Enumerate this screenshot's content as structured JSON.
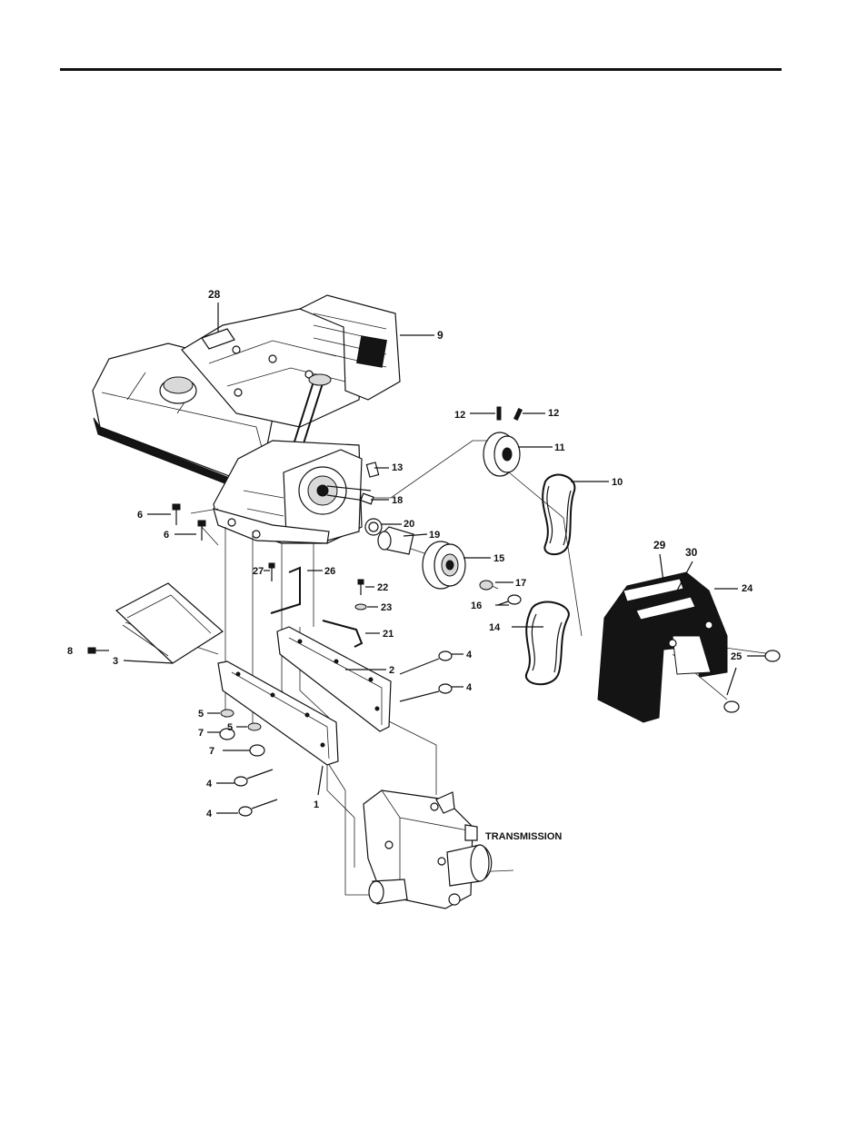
{
  "diagram": {
    "callouts": {
      "p1": "1",
      "p2": "2",
      "p3": "3",
      "p4a": "4",
      "p4b": "4",
      "p4c": "4",
      "p4d": "4",
      "p5a": "5",
      "p5b": "5",
      "p6a": "6",
      "p6b": "6",
      "p7a": "7",
      "p7b": "7",
      "p8": "8",
      "p9": "9",
      "p10": "10",
      "p11": "11",
      "p12a": "12",
      "p12b": "12",
      "p13": "13",
      "p14": "14",
      "p15": "15",
      "p16": "16",
      "p17": "17",
      "p18": "18",
      "p19": "19",
      "p20": "20",
      "p21": "21",
      "p22": "22",
      "p23": "23",
      "p24": "24",
      "p25": "25",
      "p26": "26",
      "p27": "27",
      "p28": "28",
      "p29": "29",
      "p30": "30"
    },
    "transmission_label": "TRANSMISSION"
  }
}
